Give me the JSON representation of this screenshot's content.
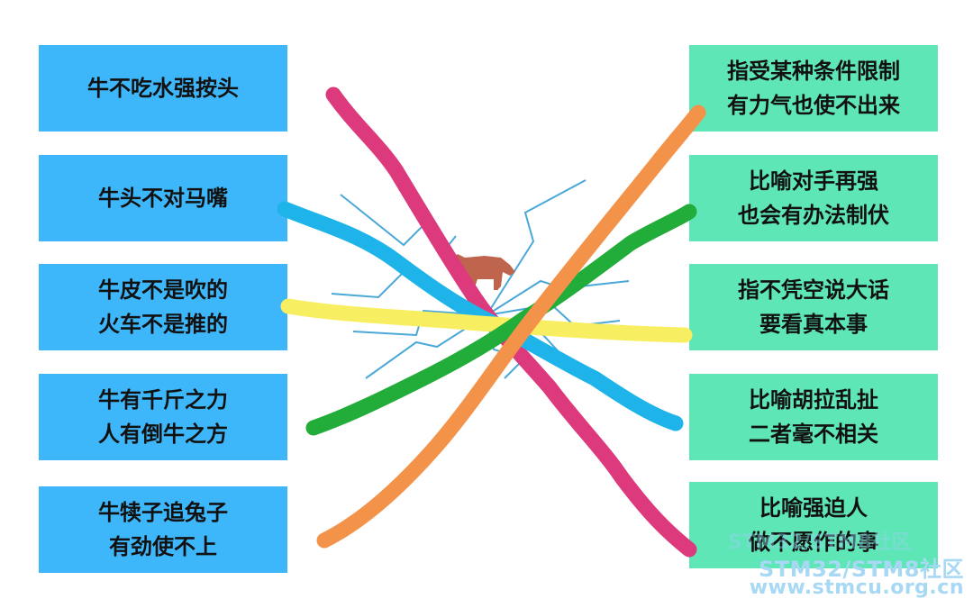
{
  "left_cards": [
    {
      "lines": [
        "牛不吃水强按头"
      ]
    },
    {
      "lines": [
        "牛头不对马嘴"
      ]
    },
    {
      "lines": [
        "牛皮不是吹的",
        "火车不是推的"
      ]
    },
    {
      "lines": [
        "牛有千斤之力",
        "人有倒牛之方"
      ]
    },
    {
      "lines": [
        "牛犊子追兔子",
        "有劲使不上"
      ]
    }
  ],
  "right_cards": [
    {
      "lines": [
        "指受某种条件限制",
        "有力气也使不出来"
      ]
    },
    {
      "lines": [
        "比喻对手再强",
        "也会有办法制伏"
      ]
    },
    {
      "lines": [
        "指不凭空说大话",
        "要看真本事"
      ]
    },
    {
      "lines": [
        "比喻胡拉乱扯",
        "二者毫不相关"
      ]
    },
    {
      "lines": [
        "比喻强迫人",
        "做不愿作的事"
      ]
    }
  ],
  "matches": [
    {
      "from": 1,
      "to": 5,
      "color": "#dc3a7c"
    },
    {
      "from": 2,
      "to": 4,
      "color": "#1eb4ea"
    },
    {
      "from": 3,
      "to": 3,
      "color": "#f8ee62"
    },
    {
      "from": 4,
      "to": 2,
      "color": "#22ac3a"
    },
    {
      "from": 5,
      "to": 1,
      "color": "#f3934a"
    }
  ],
  "center_icon": "ox-silhouette-icon",
  "colors": {
    "left_card": "#3eb6fa",
    "right_card": "#5ee6b6",
    "ox": "#c0654d",
    "cracks": "#4aa8d8"
  },
  "watermark": {
    "line1": "STM32/STM8社区",
    "line2": "www.stmcu.org.cn"
  }
}
